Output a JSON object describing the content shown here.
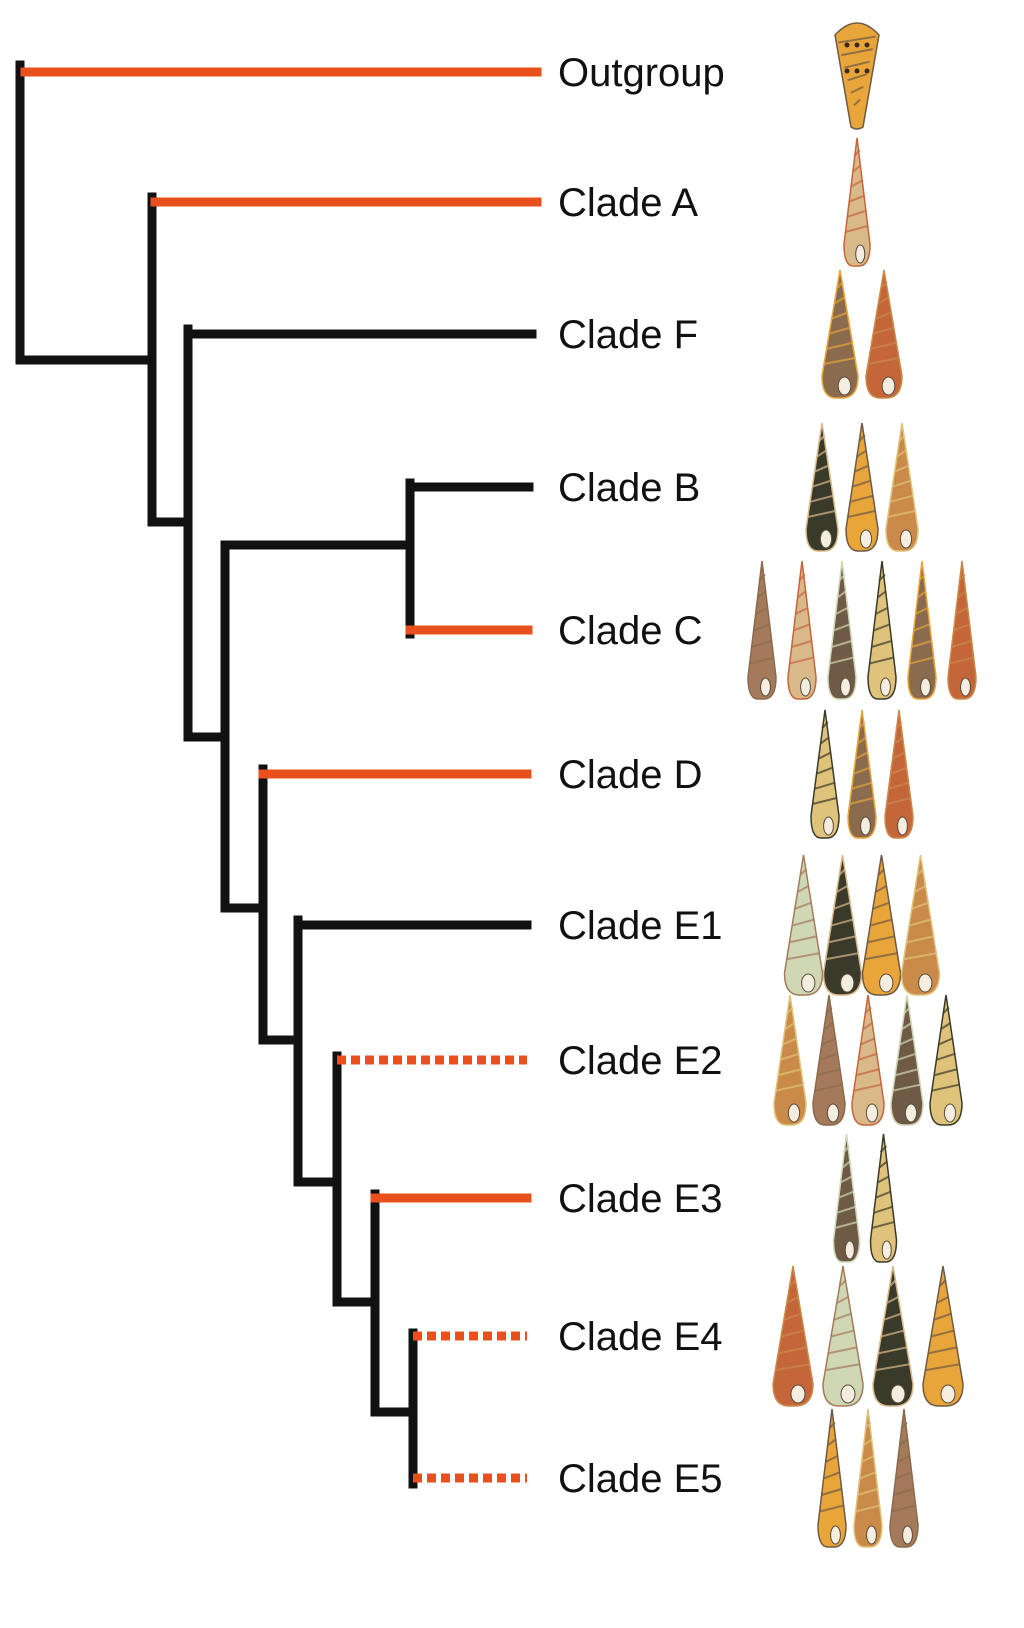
{
  "colors": {
    "branch_black": "#111111",
    "branch_highlight": "#e8501e",
    "shell_palette": [
      "#e8a53a",
      "#c98a4a",
      "#a57a5a",
      "#d9b88a",
      "#6e5a45",
      "#e0c37a",
      "#8a6b4e",
      "#c4663a",
      "#cfd7b5",
      "#3a3a2a"
    ]
  },
  "tree": {
    "taxa": [
      {
        "id": "outgroup",
        "label": "Outgroup",
        "branch_style": "highlight-solid",
        "shell_count": 1
      },
      {
        "id": "clade-a",
        "label": "Clade A",
        "branch_style": "highlight-solid",
        "shell_count": 1
      },
      {
        "id": "clade-f",
        "label": "Clade F",
        "branch_style": "black-solid",
        "shell_count": 2
      },
      {
        "id": "clade-b",
        "label": "Clade B",
        "branch_style": "black-solid",
        "shell_count": 3
      },
      {
        "id": "clade-c",
        "label": "Clade C",
        "branch_style": "highlight-solid",
        "shell_count": 6
      },
      {
        "id": "clade-d",
        "label": "Clade D",
        "branch_style": "highlight-solid",
        "shell_count": 3
      },
      {
        "id": "clade-e1",
        "label": "Clade E1",
        "branch_style": "black-solid",
        "shell_count": 4
      },
      {
        "id": "clade-e2",
        "label": "Clade E2",
        "branch_style": "highlight-dashed",
        "shell_count": 5
      },
      {
        "id": "clade-e3",
        "label": "Clade E3",
        "branch_style": "highlight-solid",
        "shell_count": 2
      },
      {
        "id": "clade-e4",
        "label": "Clade E4",
        "branch_style": "highlight-dashed",
        "shell_count": 4
      },
      {
        "id": "clade-e5",
        "label": "Clade E5",
        "branch_style": "highlight-dashed",
        "shell_count": 3
      }
    ]
  }
}
